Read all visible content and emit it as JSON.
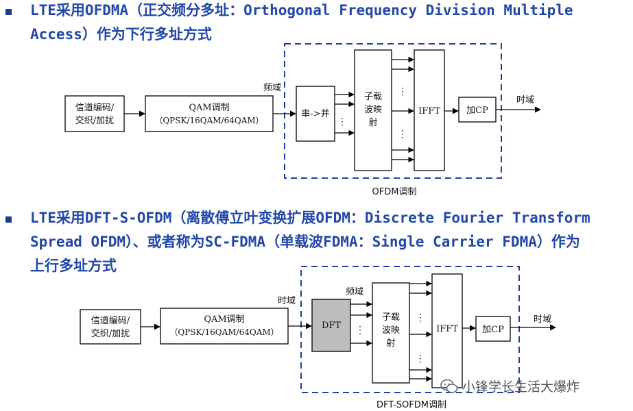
{
  "section1": {
    "line1": "LTE采用OFDMA（正交频分多址：Orthogonal Frequency Division Multiple",
    "line2": "Access）作为下行多址方式"
  },
  "section2": {
    "line1": "LTE采用DFT-S-OFDM（离散傅立叶变换扩展OFDM：Discrete Fourier Transform",
    "line2": "Spread OFDM）、或者称为SC-FDMA（单载波FDMA：Single Carrier FDMA）作为",
    "line3": "上行多址方式"
  },
  "ofdm": {
    "channel_line1": "信道编码/",
    "channel_line2": "交织/加扰",
    "qam_line1": "QAM调制",
    "qam_line2": "（QPSK/16QAM/64QAM）",
    "freq_label": "频域",
    "sp": "串->并",
    "subcarrier_line1": "子载",
    "subcarrier_line2": "波映",
    "subcarrier_line3": "射",
    "ifft": "IFFT",
    "cp": "加CP",
    "time_label": "时域",
    "caption": "OFDM调制"
  },
  "sc": {
    "channel_line1": "信道编码/",
    "channel_line2": "交织/加扰",
    "qam_line1": "QAM调制",
    "qam_line2": "（QPSK/16QAM/64QAM）",
    "time_in_label": "时域",
    "dft": "DFT",
    "freq_label": "频域",
    "subcarrier_line1": "子载",
    "subcarrier_line2": "波映",
    "subcarrier_line3": "射",
    "ifft": "IFFT",
    "cp": "加CP",
    "time_out_label": "时域",
    "caption": "DFT-SOFDM调制"
  },
  "watermark": {
    "text": "小锋学长生活大爆炸"
  },
  "colors": {
    "heading": "#2147a8",
    "dashed_frame": "#1f3fa6",
    "dft_fill": "#bdbdbd"
  }
}
